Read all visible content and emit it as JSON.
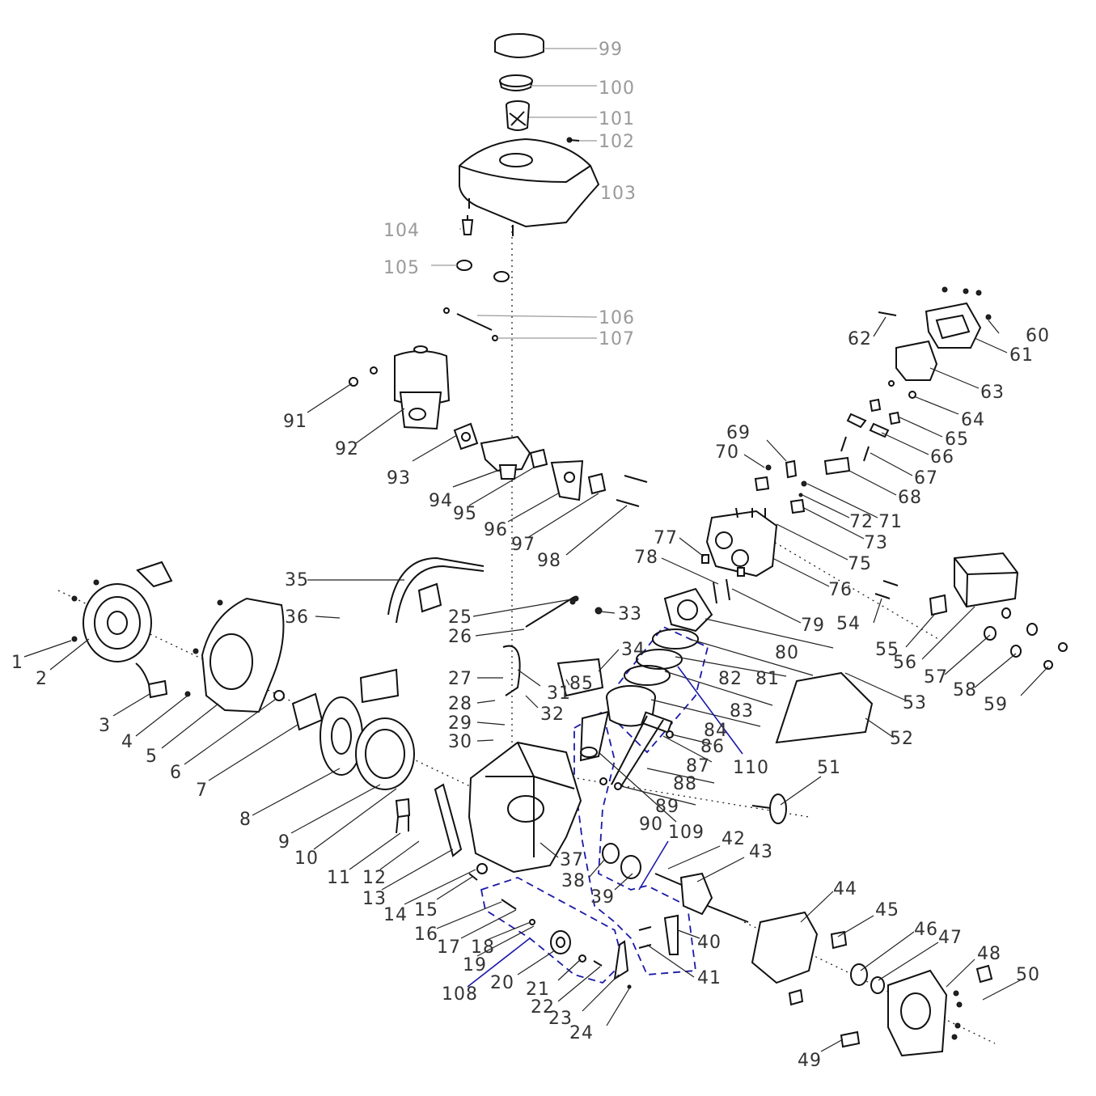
{
  "diagram": {
    "callouts": [
      {
        "id": "1",
        "label": "1"
      },
      {
        "id": "2",
        "label": "2"
      },
      {
        "id": "3",
        "label": "3"
      },
      {
        "id": "4",
        "label": "4"
      },
      {
        "id": "5",
        "label": "5"
      },
      {
        "id": "6",
        "label": "6"
      },
      {
        "id": "7",
        "label": "7"
      },
      {
        "id": "8",
        "label": "8"
      },
      {
        "id": "9",
        "label": "9"
      },
      {
        "id": "10",
        "label": "10"
      },
      {
        "id": "11",
        "label": "11"
      },
      {
        "id": "12",
        "label": "12"
      },
      {
        "id": "13",
        "label": "13"
      },
      {
        "id": "14",
        "label": "14"
      },
      {
        "id": "15",
        "label": "15"
      },
      {
        "id": "16",
        "label": "16"
      },
      {
        "id": "17",
        "label": "17"
      },
      {
        "id": "18",
        "label": "18"
      },
      {
        "id": "19",
        "label": "19"
      },
      {
        "id": "20",
        "label": "20"
      },
      {
        "id": "21",
        "label": "21"
      },
      {
        "id": "22",
        "label": "22"
      },
      {
        "id": "23",
        "label": "23"
      },
      {
        "id": "24",
        "label": "24"
      },
      {
        "id": "25",
        "label": "25"
      },
      {
        "id": "26",
        "label": "26"
      },
      {
        "id": "27",
        "label": "27"
      },
      {
        "id": "28",
        "label": "28"
      },
      {
        "id": "29",
        "label": "29"
      },
      {
        "id": "30",
        "label": "30"
      },
      {
        "id": "31",
        "label": "31"
      },
      {
        "id": "32",
        "label": "32"
      },
      {
        "id": "33",
        "label": "33"
      },
      {
        "id": "34",
        "label": "34"
      },
      {
        "id": "35",
        "label": "35"
      },
      {
        "id": "36",
        "label": "36"
      },
      {
        "id": "37",
        "label": "37"
      },
      {
        "id": "38",
        "label": "38"
      },
      {
        "id": "39",
        "label": "39"
      },
      {
        "id": "40",
        "label": "40"
      },
      {
        "id": "41",
        "label": "41"
      },
      {
        "id": "42",
        "label": "42"
      },
      {
        "id": "43",
        "label": "43"
      },
      {
        "id": "44",
        "label": "44"
      },
      {
        "id": "45",
        "label": "45"
      },
      {
        "id": "46",
        "label": "46"
      },
      {
        "id": "47",
        "label": "47"
      },
      {
        "id": "48",
        "label": "48"
      },
      {
        "id": "49",
        "label": "49"
      },
      {
        "id": "50",
        "label": "50"
      },
      {
        "id": "51",
        "label": "51"
      },
      {
        "id": "52",
        "label": "52"
      },
      {
        "id": "53",
        "label": "53"
      },
      {
        "id": "54",
        "label": "54"
      },
      {
        "id": "55",
        "label": "55"
      },
      {
        "id": "56",
        "label": "56"
      },
      {
        "id": "57",
        "label": "57"
      },
      {
        "id": "58",
        "label": "58"
      },
      {
        "id": "59",
        "label": "59"
      },
      {
        "id": "60",
        "label": "60"
      },
      {
        "id": "61",
        "label": "61"
      },
      {
        "id": "62",
        "label": "62"
      },
      {
        "id": "63",
        "label": "63"
      },
      {
        "id": "64",
        "label": "64"
      },
      {
        "id": "65",
        "label": "65"
      },
      {
        "id": "66",
        "label": "66"
      },
      {
        "id": "67",
        "label": "67"
      },
      {
        "id": "68",
        "label": "68"
      },
      {
        "id": "69",
        "label": "69"
      },
      {
        "id": "70",
        "label": "70"
      },
      {
        "id": "71",
        "label": "71"
      },
      {
        "id": "72",
        "label": "72"
      },
      {
        "id": "73",
        "label": "73"
      },
      {
        "id": "75",
        "label": "75"
      },
      {
        "id": "76",
        "label": "76"
      },
      {
        "id": "77",
        "label": "77"
      },
      {
        "id": "78",
        "label": "78"
      },
      {
        "id": "79",
        "label": "79"
      },
      {
        "id": "80",
        "label": "80"
      },
      {
        "id": "81",
        "label": "81"
      },
      {
        "id": "82",
        "label": "82"
      },
      {
        "id": "83",
        "label": "83"
      },
      {
        "id": "84",
        "label": "84"
      },
      {
        "id": "85",
        "label": "85"
      },
      {
        "id": "86",
        "label": "86"
      },
      {
        "id": "87",
        "label": "87"
      },
      {
        "id": "88",
        "label": "88"
      },
      {
        "id": "89",
        "label": "89"
      },
      {
        "id": "90",
        "label": "90"
      },
      {
        "id": "91",
        "label": "91"
      },
      {
        "id": "92",
        "label": "92"
      },
      {
        "id": "93",
        "label": "93"
      },
      {
        "id": "94",
        "label": "94"
      },
      {
        "id": "95",
        "label": "95"
      },
      {
        "id": "96",
        "label": "96"
      },
      {
        "id": "97",
        "label": "97"
      },
      {
        "id": "98",
        "label": "98"
      },
      {
        "id": "99",
        "label": "99"
      },
      {
        "id": "100",
        "label": "100"
      },
      {
        "id": "101",
        "label": "101"
      },
      {
        "id": "102",
        "label": "102"
      },
      {
        "id": "103",
        "label": "103"
      },
      {
        "id": "104",
        "label": "104"
      },
      {
        "id": "105",
        "label": "105"
      },
      {
        "id": "106",
        "label": "106"
      },
      {
        "id": "107",
        "label": "107"
      },
      {
        "id": "108",
        "label": "108"
      },
      {
        "id": "109",
        "label": "109"
      },
      {
        "id": "110",
        "label": "110"
      }
    ],
    "colors": {
      "line": "#111111",
      "label": "#333333",
      "label_muted": "#9a9a9a",
      "kit_outline": "#1a1aa8"
    }
  }
}
